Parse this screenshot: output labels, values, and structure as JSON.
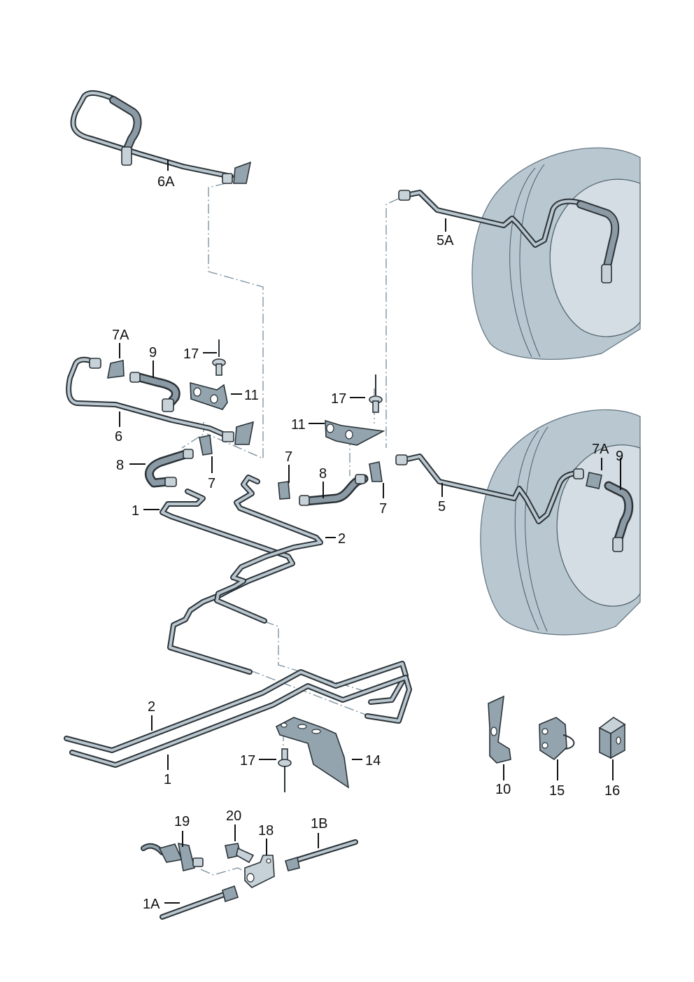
{
  "diagram": {
    "title": "Brake line / brake hose parts diagram",
    "callouts": [
      {
        "id": "6A",
        "label": "6A"
      },
      {
        "id": "5A",
        "label": "5A"
      },
      {
        "id": "7A-left",
        "label": "7A"
      },
      {
        "id": "9-left",
        "label": "9"
      },
      {
        "id": "17-top",
        "label": "17"
      },
      {
        "id": "11-left",
        "label": "11"
      },
      {
        "id": "6",
        "label": "6"
      },
      {
        "id": "17-mid",
        "label": "17"
      },
      {
        "id": "11-mid",
        "label": "11"
      },
      {
        "id": "8-left",
        "label": "8"
      },
      {
        "id": "7-left",
        "label": "7"
      },
      {
        "id": "7-mid",
        "label": "7"
      },
      {
        "id": "8-mid",
        "label": "8"
      },
      {
        "id": "7-right",
        "label": "7"
      },
      {
        "id": "5",
        "label": "5"
      },
      {
        "id": "7A-right",
        "label": "7A"
      },
      {
        "id": "9-right",
        "label": "9"
      },
      {
        "id": "1-top",
        "label": "1"
      },
      {
        "id": "2-top",
        "label": "2"
      },
      {
        "id": "2-bottom",
        "label": "2"
      },
      {
        "id": "1-bottom",
        "label": "1"
      },
      {
        "id": "17-bottom",
        "label": "17"
      },
      {
        "id": "14",
        "label": "14"
      },
      {
        "id": "10",
        "label": "10"
      },
      {
        "id": "15",
        "label": "15"
      },
      {
        "id": "16",
        "label": "16"
      },
      {
        "id": "19",
        "label": "19"
      },
      {
        "id": "20",
        "label": "20"
      },
      {
        "id": "18",
        "label": "18"
      },
      {
        "id": "1B",
        "label": "1B"
      },
      {
        "id": "1A",
        "label": "1A"
      }
    ],
    "colors": {
      "pipe_outline": "#2b3338",
      "pipe_fill": "#b9c6ce",
      "part_fill": "#93a4ae",
      "drum_fill": "#b8c7d0",
      "dash_line": "#7f95a3",
      "label_text": "#111111"
    }
  }
}
